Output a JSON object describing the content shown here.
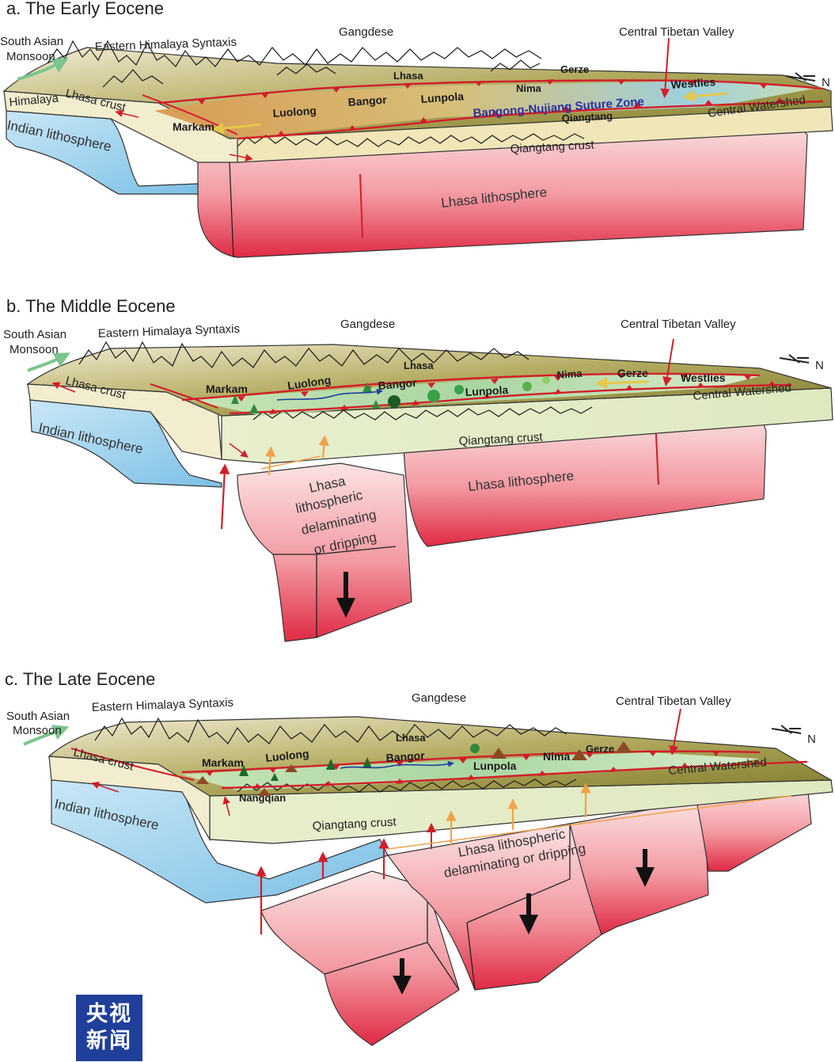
{
  "panels": [
    {
      "title": "a. The Early Eocene",
      "labels": {
        "monsoon": [
          "South Asian",
          "Monsoon"
        ],
        "syntaxis": "Eastern Himalaya Syntaxis",
        "gangdese": "Gangdese",
        "valley": "Central Tibetan Valley",
        "himalaya": "Himalaya",
        "lhasa_crust": "Lhasa crust",
        "indian": "Indian lithosphere",
        "markam": "Markam",
        "luolong": "Luolong",
        "bangor": "Bangor",
        "lhasa": "Lhasa",
        "lunpola": "Lunpola",
        "nima": "Nima",
        "gerze": "Gerze",
        "westlies": "Westlies",
        "suture": "Bangong-Nujiang Suture Zone",
        "qiangtang": "Qiangtang",
        "watershed": "Central Watershed",
        "qiangtang_crust": "Qiangtang crust",
        "lhasa_litho": "Lhasa lithosphere",
        "north": "N"
      }
    },
    {
      "title": "b. The Middle Eocene",
      "labels": {
        "monsoon": [
          "South Asian",
          "Monsoon"
        ],
        "syntaxis": "Eastern Himalaya Syntaxis",
        "gangdese": "Gangdese",
        "valley": "Central Tibetan Valley",
        "lhasa_crust": "Lhasa crust",
        "indian": "Indian lithosphere",
        "markam": "Markam",
        "luolong": "Luolong",
        "lhasa": "Lhasa",
        "bangor": "Bangor",
        "lunpola": "Lunpola",
        "nima": "Nima",
        "gerze": "Gerze",
        "westlies": "Westlies",
        "watershed": "Central Watershed",
        "qiangtang_crust": "Qiangtang crust",
        "lhasa_litho": "Lhasa lithosphere",
        "delam": [
          "Lhasa",
          "lithospheric",
          "delaminating",
          "or dripping"
        ],
        "north": "N"
      }
    },
    {
      "title": "c. The Late Eocene",
      "labels": {
        "monsoon": [
          "South Asian",
          "Monsoon"
        ],
        "syntaxis": "Eastern Himalaya Syntaxis",
        "gangdese": "Gangdese",
        "valley": "Central Tibetan Valley",
        "lhasa_crust": "Lhasa crust",
        "indian": "Indian lithosphere",
        "markam": "Markam",
        "luolong": "Luolong",
        "lhasa": "Lhasa",
        "bangor": "Bangor",
        "lunpola": "Lunpola",
        "nima": "Nima",
        "gerze": "Gerze",
        "nangqian": "Nangqian",
        "watershed": "Central Watershed",
        "qiangtang_crust": "Qiangtang crust",
        "delam": [
          "Lhasa lithospheric",
          "delaminating or dripping"
        ],
        "north": "N"
      }
    }
  ],
  "logo": [
    "央视",
    "新闻"
  ],
  "colors": {
    "lithosphere_red": "#e8364a",
    "indian_blue": "#8fcbea",
    "crust_cream": "#f3edcf",
    "qiangtang_green": "#e3ecc4",
    "valley_olive": "#8f8a3a",
    "fault_red": "#d21e2a",
    "suture_blue": "#2b2f9c",
    "logo_blue": "#1f3f9a"
  }
}
